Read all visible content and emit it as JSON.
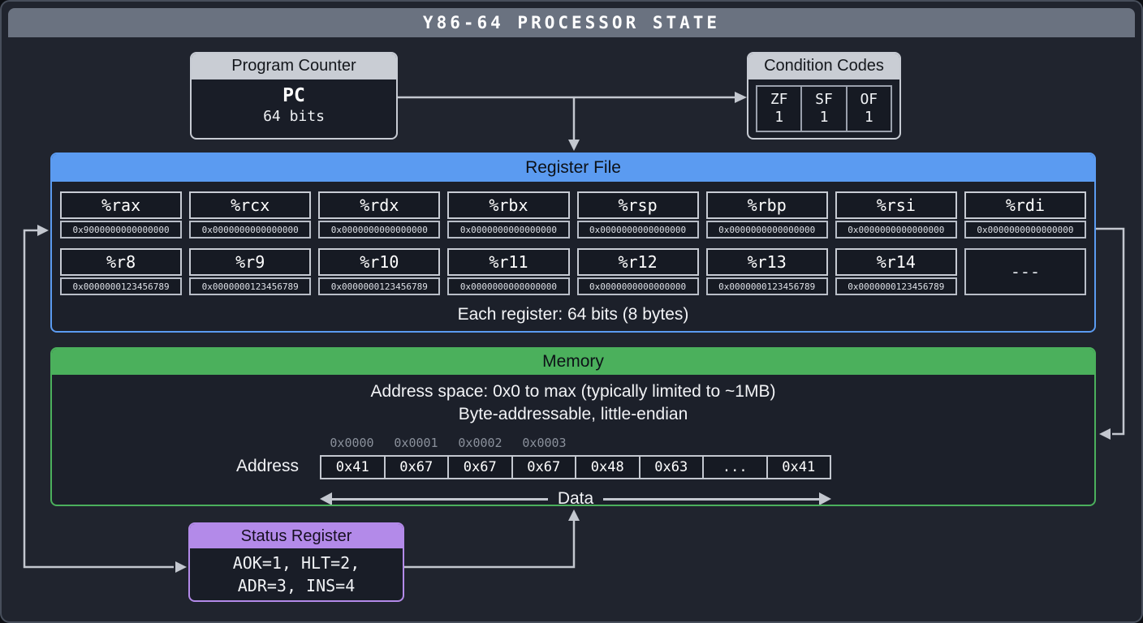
{
  "title": "Y86-64 PROCESSOR STATE",
  "program_counter": {
    "header": "Program Counter",
    "register": "PC",
    "size": "64 bits"
  },
  "condition_codes": {
    "header": "Condition Codes",
    "flags": [
      {
        "name": "ZF",
        "value": "1"
      },
      {
        "name": "SF",
        "value": "1"
      },
      {
        "name": "OF",
        "value": "1"
      }
    ]
  },
  "register_file": {
    "header": "Register File",
    "caption": "Each register: 64 bits (8 bytes)",
    "rows": [
      [
        {
          "name": "%rax",
          "value": "0x9000000000000000"
        },
        {
          "name": "%rcx",
          "value": "0x0000000000000000"
        },
        {
          "name": "%rdx",
          "value": "0x0000000000000000"
        },
        {
          "name": "%rbx",
          "value": "0x0000000000000000"
        },
        {
          "name": "%rsp",
          "value": "0x0000000000000000"
        },
        {
          "name": "%rbp",
          "value": "0x0000000000000000"
        },
        {
          "name": "%rsi",
          "value": "0x0000000000000000"
        },
        {
          "name": "%rdi",
          "value": "0x0000000000000000"
        }
      ],
      [
        {
          "name": "%r8",
          "value": "0x0000000123456789"
        },
        {
          "name": "%r9",
          "value": "0x0000000123456789"
        },
        {
          "name": "%r10",
          "value": "0x0000000123456789"
        },
        {
          "name": "%r11",
          "value": "0x0000000000000000"
        },
        {
          "name": "%r12",
          "value": "0x0000000000000000"
        },
        {
          "name": "%r13",
          "value": "0x0000000123456789"
        },
        {
          "name": "%r14",
          "value": "0x0000000123456789"
        },
        {
          "name": "---",
          "value": ""
        }
      ]
    ]
  },
  "memory": {
    "header": "Memory",
    "description_line1": "Address space: 0x0 to max (typically limited to ~1MB)",
    "description_line2": "Byte-addressable, little-endian",
    "address_labels": [
      "0x0000",
      "0x0001",
      "0x0002",
      "0x0003"
    ],
    "address_caption": "Address",
    "data_cells": [
      "0x41",
      "0x67",
      "0x67",
      "0x67",
      "0x48",
      "0x63",
      "...",
      "0x41"
    ],
    "data_caption": "Data"
  },
  "status_register": {
    "header": "Status Register",
    "codes_line1": "AOK=1, HLT=2,",
    "codes_line2": "ADR=3, INS=4"
  },
  "colors": {
    "register_file_accent": "#5b9bf1",
    "memory_accent": "#4bb05c",
    "status_accent": "#b38ae9",
    "panel_header_gray": "#c9cdd4",
    "connector_line": "#c3c7cf"
  }
}
